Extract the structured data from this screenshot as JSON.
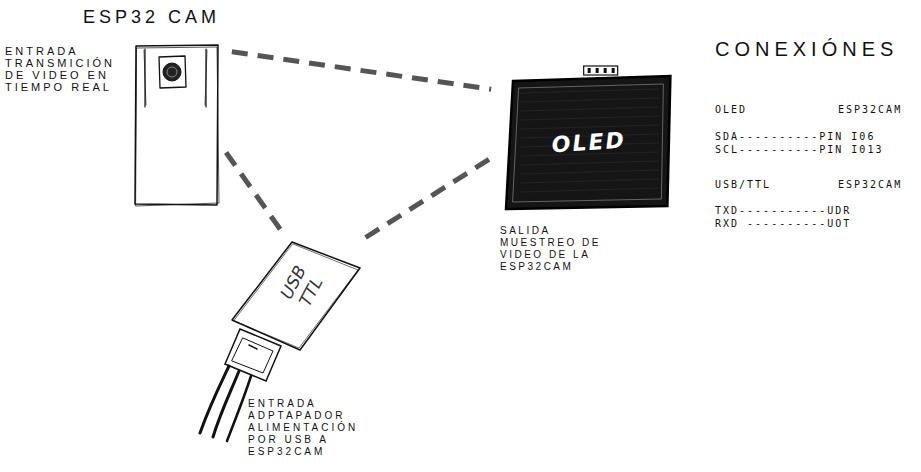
{
  "diagram": {
    "nodes": [
      {
        "text": [
          "ESP32 CAM",
          "ENTRADA TRANSMICIÓN DE VIDEO EN TIEMPO REAL"
        ]
      },
      {
        "text": [
          "OLED",
          "SALIDA MUESTREO DE VIDEO DE LA ESP32CAM"
        ]
      },
      {
        "text": [
          "USB TTL",
          "ENTRADA ADPTAPADOR ALIMENTACIÓN POR USB A ESP32CAM"
        ]
      }
    ],
    "edges": [
      {
        "from": 0,
        "to": 1,
        "arrow": "none"
      },
      {
        "from": 0,
        "to": 2,
        "arrow": "none"
      },
      {
        "from": 2,
        "to": 1,
        "arrow": "none"
      }
    ],
    "labels": [
      "CONEXIÓNES",
      "OLED",
      "ESP32CAM",
      "SDA----------PIN I06",
      "SCL----------PIN I013",
      "USB/TTL",
      "ESP32CAM",
      "TXD-----------UDR",
      "RXD ----------UOT"
    ]
  }
}
